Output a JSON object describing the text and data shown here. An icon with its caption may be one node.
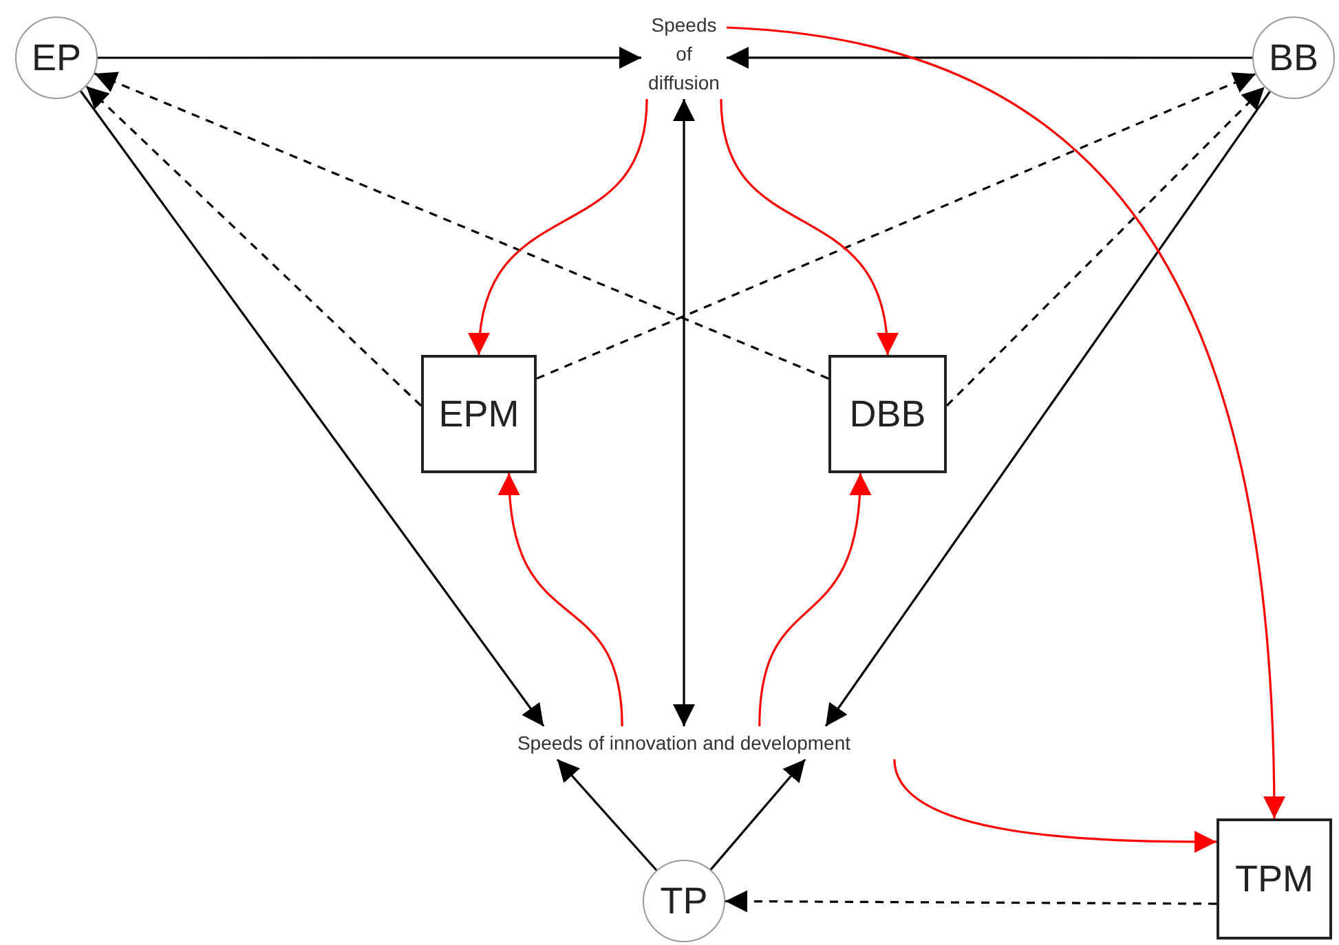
{
  "diagram": {
    "nodes": [
      {
        "text": [
          "EP"
        ]
      },
      {
        "text": [
          "Speeds of diffusion"
        ]
      },
      {
        "text": [
          "BB"
        ]
      },
      {
        "text": [
          "EPM"
        ]
      },
      {
        "text": [
          "DBB"
        ]
      },
      {
        "text": [
          "Speeds of innovation and development"
        ]
      },
      {
        "text": [
          "TP"
        ]
      },
      {
        "text": [
          "TPM"
        ]
      }
    ],
    "edges": [
      {
        "from": 0,
        "to": 1,
        "arrow": "to"
      },
      {
        "from": 2,
        "to": 1,
        "arrow": "to"
      },
      {
        "from": 1,
        "to": 5,
        "arrow": "both"
      },
      {
        "from": 0,
        "to": 5,
        "arrow": "to"
      },
      {
        "from": 2,
        "to": 5,
        "arrow": "to"
      },
      {
        "from": 6,
        "to": 5,
        "arrow": "to"
      },
      {
        "from": 6,
        "to": 5,
        "arrow": "to"
      },
      {
        "from": 3,
        "to": 0,
        "arrow": "to",
        "style": "dashed"
      },
      {
        "from": 4,
        "to": 0,
        "arrow": "to",
        "style": "dashed"
      },
      {
        "from": 3,
        "to": 2,
        "arrow": "to",
        "style": "dashed"
      },
      {
        "from": 4,
        "to": 2,
        "arrow": "to",
        "style": "dashed"
      },
      {
        "from": 7,
        "to": 6,
        "arrow": "to",
        "style": "dashed"
      },
      {
        "from": 1,
        "to": 3,
        "arrow": "to",
        "color": "#ff0000"
      },
      {
        "from": 1,
        "to": 4,
        "arrow": "to",
        "color": "#ff0000"
      },
      {
        "from": 1,
        "to": 7,
        "arrow": "to",
        "color": "#ff0000"
      },
      {
        "from": 5,
        "to": 3,
        "arrow": "to",
        "color": "#ff0000"
      },
      {
        "from": 5,
        "to": 4,
        "arrow": "to",
        "color": "#ff0000"
      },
      {
        "from": 5,
        "to": 7,
        "arrow": "to",
        "color": "#ff0000"
      }
    ]
  }
}
